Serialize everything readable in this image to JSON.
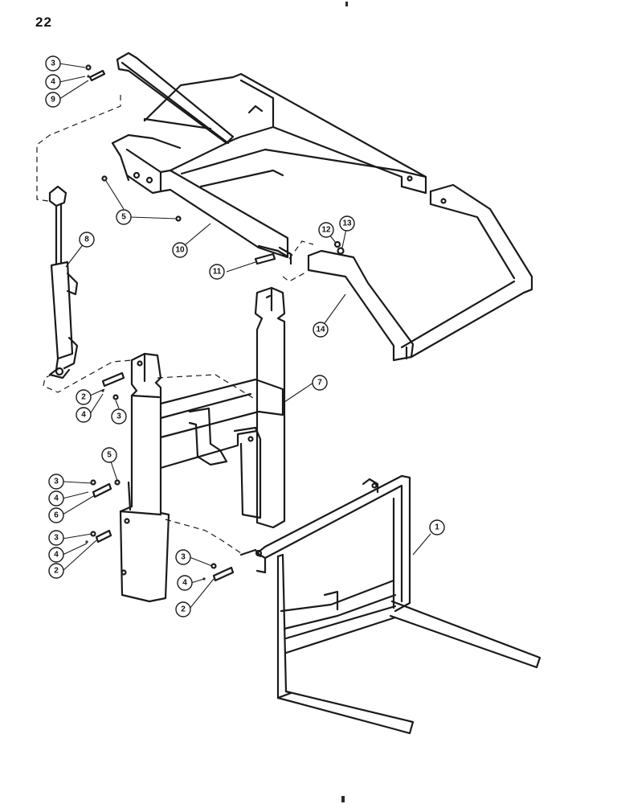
{
  "page_number": "22",
  "callouts": [
    {
      "key": "c3a",
      "label": "3"
    },
    {
      "key": "c4a",
      "label": "4"
    },
    {
      "key": "c9",
      "label": "9"
    },
    {
      "key": "c8",
      "label": "8"
    },
    {
      "key": "c5a",
      "label": "5"
    },
    {
      "key": "c10",
      "label": "10"
    },
    {
      "key": "c11",
      "label": "11"
    },
    {
      "key": "c12",
      "label": "12"
    },
    {
      "key": "c13",
      "label": "13"
    },
    {
      "key": "c14",
      "label": "14"
    },
    {
      "key": "c7",
      "label": "7"
    },
    {
      "key": "c2a",
      "label": "2"
    },
    {
      "key": "c4b",
      "label": "4"
    },
    {
      "key": "c3b",
      "label": "3"
    },
    {
      "key": "c5b",
      "label": "5"
    },
    {
      "key": "c3c",
      "label": "3"
    },
    {
      "key": "c4c",
      "label": "4"
    },
    {
      "key": "c6",
      "label": "6"
    },
    {
      "key": "c3d",
      "label": "3"
    },
    {
      "key": "c4d",
      "label": "4"
    },
    {
      "key": "c2b",
      "label": "2"
    },
    {
      "key": "c3e",
      "label": "3"
    },
    {
      "key": "c4e",
      "label": "4"
    },
    {
      "key": "c2c",
      "label": "2"
    },
    {
      "key": "c1",
      "label": "1"
    }
  ]
}
